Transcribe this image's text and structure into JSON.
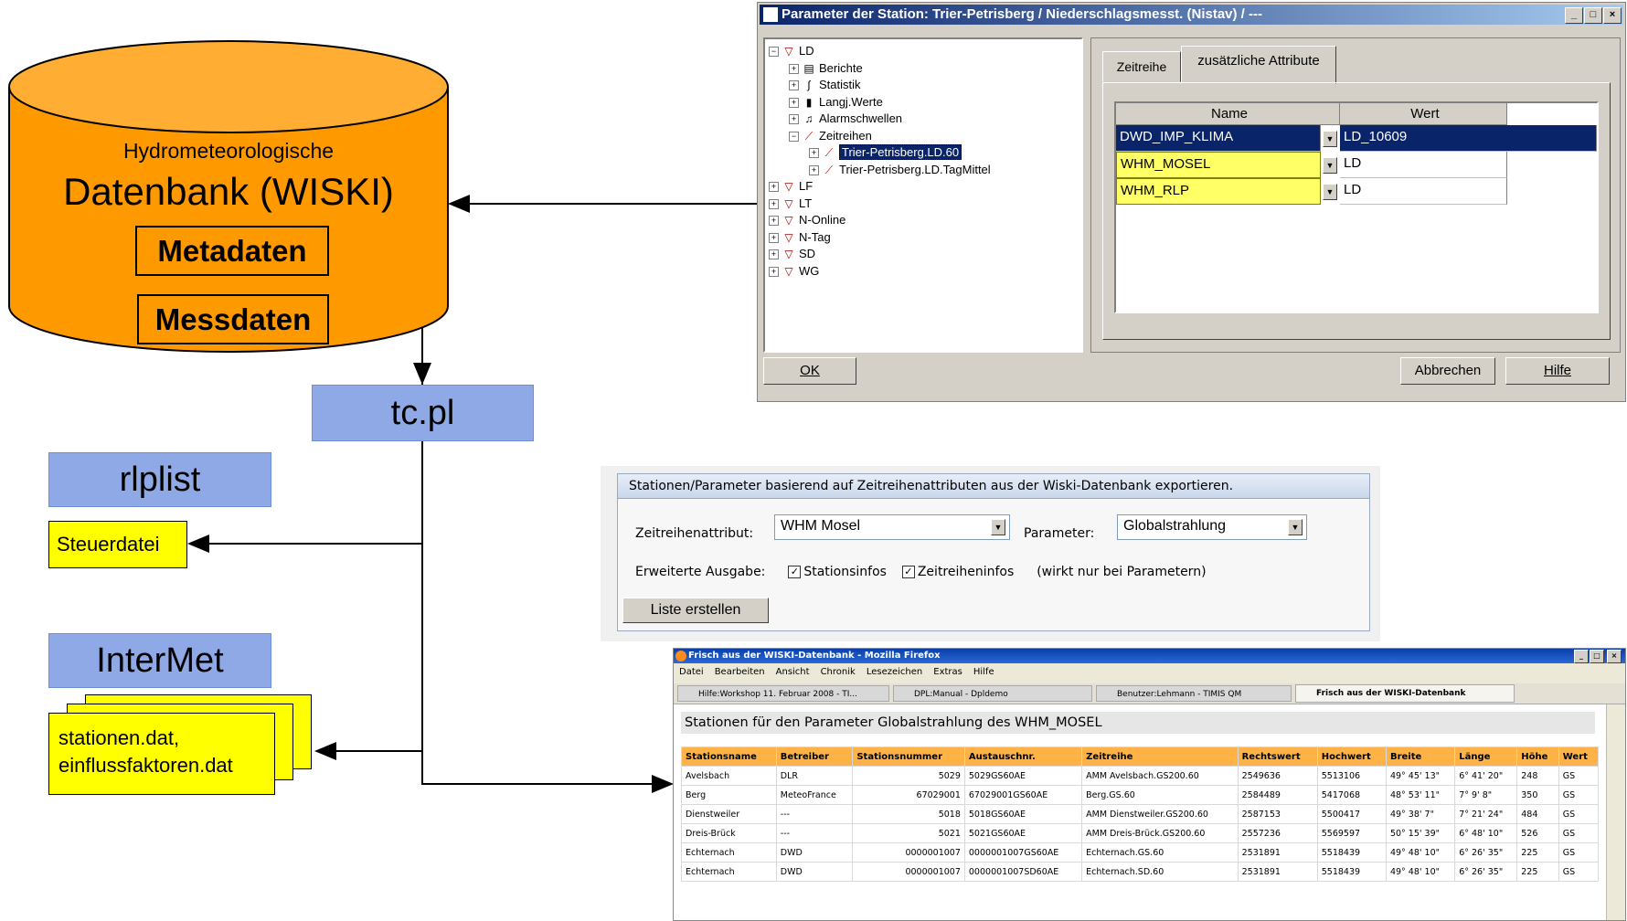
{
  "database": {
    "subtitle": "Hydrometeorologische",
    "title": "Datenbank (WISKI)",
    "metadaten": "Metadaten",
    "messdaten": "Messdaten"
  },
  "nodes": {
    "tcpl": "tc.pl",
    "rlplist": "rlplist",
    "steuerdatei": "Steuerdatei",
    "intermet": "InterMet",
    "files_line1": "stationen.dat,",
    "files_line2": "einflussfaktoren.dat"
  },
  "dialog": {
    "title": "Parameter der Station: Trier-Petrisberg  /  Niederschlagsmesst. (Nistav)  /  ---",
    "tree": [
      {
        "label": "LD",
        "exp": "−",
        "icon": "station-icon"
      },
      {
        "label": "Berichte",
        "exp": "+",
        "icon": "report-icon"
      },
      {
        "label": "Statistik",
        "exp": "+",
        "icon": "statistics-icon"
      },
      {
        "label": "Langj.Werte",
        "exp": "+",
        "icon": "bar-chart-icon"
      },
      {
        "label": "Alarmschwellen",
        "exp": "+",
        "icon": "bell-icon"
      },
      {
        "label": "Zeitreihen",
        "exp": "−",
        "icon": "timeseries-icon"
      },
      {
        "label": "Trier-Petrisberg.LD.60",
        "exp": "+",
        "icon": "timeseries-icon"
      },
      {
        "label": "Trier-Petrisberg.LD.TagMittel",
        "exp": "+",
        "icon": "timeseries-icon"
      },
      {
        "label": "LF",
        "exp": "+",
        "icon": "station-icon"
      },
      {
        "label": "LT",
        "exp": "+",
        "icon": "station-icon"
      },
      {
        "label": "N-Online",
        "exp": "+",
        "icon": "station-icon"
      },
      {
        "label": "N-Tag",
        "exp": "+",
        "icon": "station-icon"
      },
      {
        "label": "SD",
        "exp": "+",
        "icon": "station-icon"
      },
      {
        "label": "WG",
        "exp": "+",
        "icon": "station-icon"
      }
    ],
    "tabs": [
      "Zeitreihe",
      "zusätzliche Attribute"
    ],
    "grid_headers": [
      "Name",
      "Wert"
    ],
    "grid_rows": [
      {
        "name": "DWD_IMP_KLIMA",
        "wert": "LD_10609"
      },
      {
        "name": "WHM_MOSEL",
        "wert": "LD"
      },
      {
        "name": "WHM_RLP",
        "wert": "LD"
      }
    ],
    "ok": "OK",
    "cancel": "Abbrechen",
    "help": "Hilfe"
  },
  "form": {
    "header": "Stationen/Parameter basierend auf Zeitreihenattributen aus der Wiski-Datenbank exportieren.",
    "attr_label": "Zeitreihenattribut:",
    "attr_value": "WHM Mosel",
    "param_label": "Parameter:",
    "param_value": "Globalstrahlung",
    "extended_label": "Erweiterte Ausgabe:",
    "chk1": "Stationsinfos",
    "chk2": "Zeitreiheninfos",
    "note": "(wirkt nur bei Parametern)",
    "button": "Liste erstellen"
  },
  "firefox": {
    "title": "Frisch aus der WISKI-Datenbank - Mozilla Firefox",
    "menu": [
      "Datei",
      "Bearbeiten",
      "Ansicht",
      "Chronik",
      "Lesezeichen",
      "Extras",
      "Hilfe"
    ],
    "tabs": [
      "Hilfe:Workshop 11. Februar 2008 - TI...",
      "DPL:Manual - Dpldemo",
      "Benutzer:Lehmann - TIMIS QM",
      "Frisch aus der WISKI-Datenbank"
    ],
    "heading": "Stationen für den Parameter Globalstrahlung des WHM_MOSEL",
    "columns": [
      "Stationsname",
      "Betreiber",
      "Stationsnummer",
      "Austauschnr.",
      "Zeitreihe",
      "Rechtswert",
      "Hochwert",
      "Breite",
      "Länge",
      "Höhe",
      "Wert"
    ],
    "rows": [
      [
        "Avelsbach",
        "DLR",
        "5029",
        "5029GS60AE",
        "AMM Avelsbach.GS200.60",
        "2549636",
        "5513106",
        "49° 45' 13\"",
        "6° 41' 20\"",
        "248",
        "GS"
      ],
      [
        "Berg",
        "MeteoFrance",
        "67029001",
        "67029001GS60AE",
        "Berg.GS.60",
        "2584489",
        "5417068",
        "48° 53' 11\"",
        "7° 9' 8\"",
        "350",
        "GS"
      ],
      [
        "Dienstweiler",
        "---",
        "5018",
        "5018GS60AE",
        "AMM Dienstweiler.GS200.60",
        "2587153",
        "5500417",
        "49° 38' 7\"",
        "7° 21' 24\"",
        "484",
        "GS"
      ],
      [
        "Dreis-Brück",
        "---",
        "5021",
        "5021GS60AE",
        "AMM Dreis-Brück.GS200.60",
        "2557236",
        "5569597",
        "50° 15' 39\"",
        "6° 48' 10\"",
        "526",
        "GS"
      ],
      [
        "Echternach",
        "DWD",
        "0000001007",
        "0000001007GS60AE",
        "Echternach.GS.60",
        "2531891",
        "5518439",
        "49° 48' 10\"",
        "6° 26' 35\"",
        "225",
        "GS"
      ],
      [
        "Echternach",
        "DWD",
        "0000001007",
        "0000001007SD60AE",
        "Echternach.SD.60",
        "2531891",
        "5518439",
        "49° 48' 10\"",
        "6° 26' 35\"",
        "225",
        "GS"
      ]
    ]
  }
}
